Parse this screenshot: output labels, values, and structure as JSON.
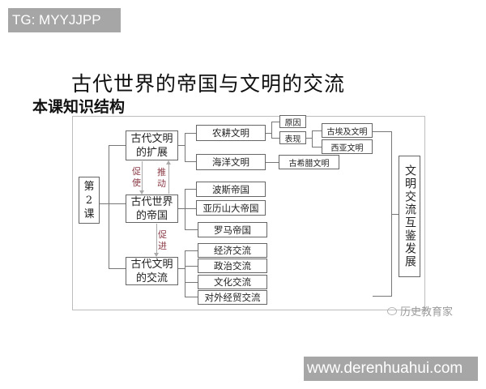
{
  "watermarks": {
    "top_left": "TG: MYYJJPP",
    "bottom_right": "www.derenhuahui.com"
  },
  "header": {
    "title": "古代世界的帝国与文明的交流",
    "subtitle": "本课知识结构"
  },
  "diagram": {
    "root": "第2课",
    "root_chars": [
      "第",
      "2",
      "课"
    ],
    "level1": [
      {
        "label_line1": "古代文明",
        "label_line2": "的扩展"
      },
      {
        "label_line1": "古代世界",
        "label_line2": "的帝国"
      },
      {
        "label_line1": "古代文明",
        "label_line2": "的交流"
      }
    ],
    "relations": {
      "cushi": "促使",
      "tuidong": "推动",
      "cujin": "促进"
    },
    "expansion_children": [
      "农耕文明",
      "海洋文明"
    ],
    "agri_children": [
      "原因",
      "表现"
    ],
    "manifestation_children": [
      "古埃及文明",
      "西亚文明"
    ],
    "ocean_children": [
      "古希腊文明"
    ],
    "empire_children": [
      "波斯帝国",
      "亚历山大帝国",
      "罗马帝国"
    ],
    "exchange_children": [
      "经济交流",
      "政治交流",
      "文化交流",
      "对外经贸交流"
    ],
    "conclusion": "文明交流互鉴发展"
  },
  "source_mark": {
    "icon": "wechat-icon",
    "text": "历史教育家"
  }
}
